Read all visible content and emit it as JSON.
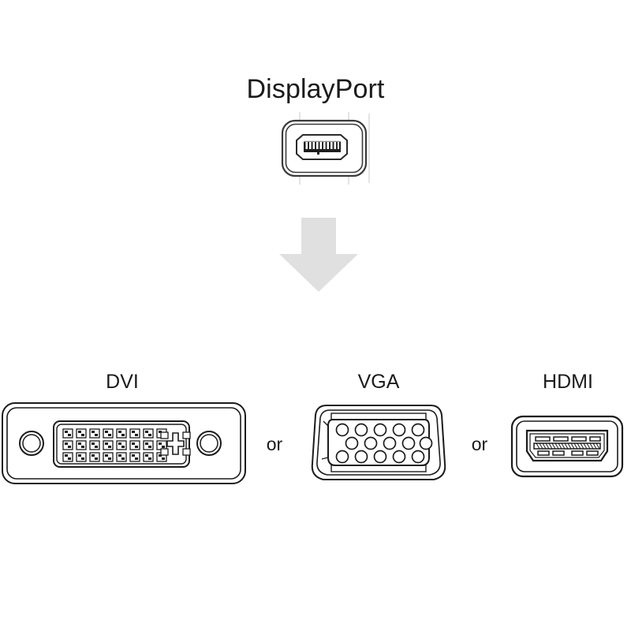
{
  "diagram": {
    "source": {
      "label": "DisplayPort",
      "connector_name": "displayport-connector"
    },
    "flow": {
      "arrow_direction": "down",
      "arrow_color": "#e0e0e0",
      "arrow_name": "down-arrow"
    },
    "targets": [
      {
        "label": "DVI",
        "connector_name": "dvi-connector",
        "pin_rows": 3,
        "pin_cols": 8,
        "pin_count": 24,
        "has_cross_pin": true,
        "screw_holes": 2
      },
      {
        "label": "VGA",
        "connector_name": "vga-connector",
        "pin_rows": 3,
        "pin_cols": 5,
        "pin_count": 15
      },
      {
        "label": "HDMI",
        "connector_name": "hdmi-connector",
        "top_pins": 4,
        "bottom_pins": 4
      }
    ],
    "separators": [
      "or",
      "or"
    ],
    "colors": {
      "background": "#ffffff",
      "line": "#1b1b1b",
      "text": "#1b1b1b",
      "arrow_fill": "#e0e0e0",
      "port_dark": "#1d1d1d"
    }
  }
}
